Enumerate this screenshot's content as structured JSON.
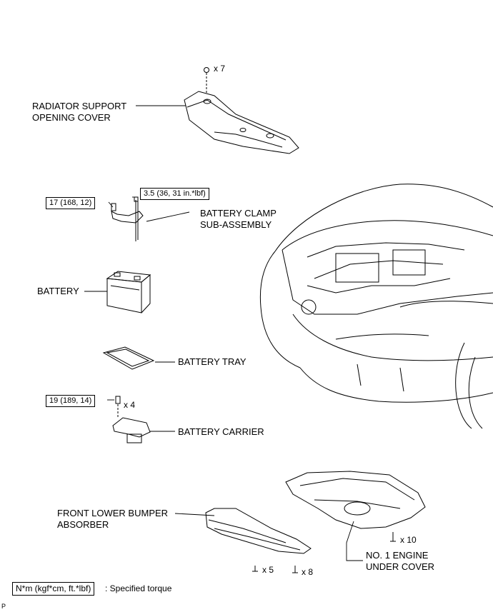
{
  "parts": {
    "radiator_cover": "RADIATOR SUPPORT\nOPENING COVER",
    "battery_clamp": "BATTERY CLAMP\nSUB-ASSEMBLY",
    "battery": "BATTERY",
    "battery_tray": "BATTERY TRAY",
    "battery_carrier": "BATTERY CARRIER",
    "bumper_absorber": "FRONT LOWER BUMPER\nABSORBER",
    "engine_under_cover": "NO. 1 ENGINE\nUNDER COVER"
  },
  "quantities": {
    "radiator_clips": "x 7",
    "carrier_bolts": "x 4",
    "absorber_bolts": "x 5",
    "absorber_clips": "x 8",
    "under_cover_clips": "x 10"
  },
  "torques": {
    "clamp_bolt": "17 (168, 12)",
    "clamp_nut": "3.5 (36, 31 in.*lbf)",
    "carrier_bolt": "19 (189, 14)"
  },
  "legend": {
    "unit_box": "N*m (kgf*cm, ft.*lbf)",
    "meaning": ": Specified torque"
  },
  "footer_code": "P"
}
